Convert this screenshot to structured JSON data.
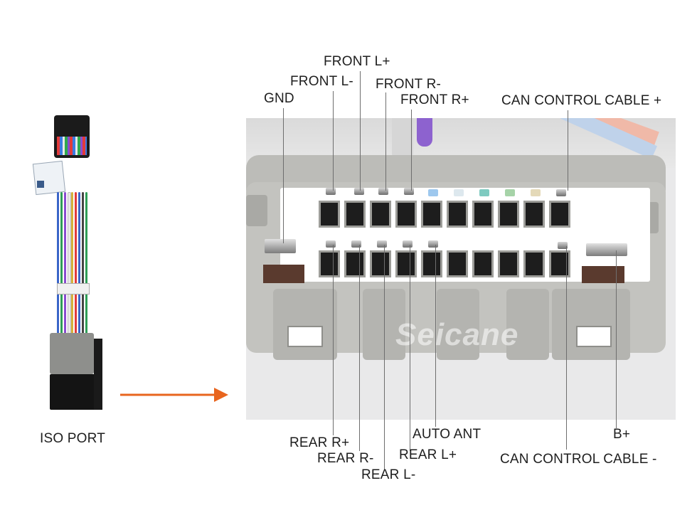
{
  "labels": {
    "front_l_plus": "FRONT L+",
    "front_l_minus": "FRONT L-",
    "front_r_minus": "FRONT R-",
    "front_r_plus": "FRONT R+",
    "gnd": "GND",
    "can_control_plus": "CAN CONTROL CABLE +",
    "rear_r_plus": "REAR R+",
    "rear_r_minus": "REAR R-",
    "rear_l_minus": "REAR L-",
    "rear_l_plus": "REAR L+",
    "auto_ant": "AUTO ANT",
    "b_plus": "B+",
    "can_control_minus": "CAN CONTROL CABLE -"
  },
  "iso": {
    "label": "ISO PORT",
    "tag_text": "",
    "sticker_text": ""
  },
  "watermark": "Seicane",
  "colors": {
    "arrow": "#e8651e",
    "connector": "#c3c3bf",
    "lead_line": "#6e6e6e"
  }
}
